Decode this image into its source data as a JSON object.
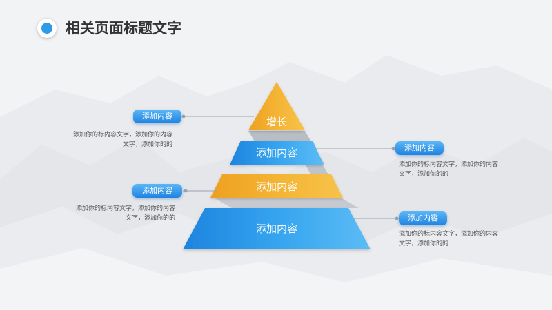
{
  "header": {
    "title": "相关页面标题文字"
  },
  "colors": {
    "blue": "#2e9be6",
    "orange": "#f2b02e",
    "connector": "#9aa3ad"
  },
  "pyramid": {
    "tiers": [
      {
        "label": "增长",
        "color": "orange"
      },
      {
        "label": "添加内容",
        "color": "blue"
      },
      {
        "label": "添加内容",
        "color": "orange"
      },
      {
        "label": "添加内容",
        "color": "blue"
      }
    ]
  },
  "callouts": [
    {
      "title": "添加内容",
      "text_line1": "添加你的标内容文字，添加你的内容",
      "text_line2": "文字，添加你的的"
    },
    {
      "title": "添加内容",
      "text_line1": "添加你的标内容文字，添加你的内容",
      "text_line2": "文字，添加你的的"
    },
    {
      "title": "添加内容",
      "text_line1": "添加你的标内容文字，添加你的内容",
      "text_line2": "文字，添加你的的"
    },
    {
      "title": "添加内容",
      "text_line1": "添加你的标内容文字，添加你的内容",
      "text_line2": "文字，添加你的的"
    }
  ]
}
